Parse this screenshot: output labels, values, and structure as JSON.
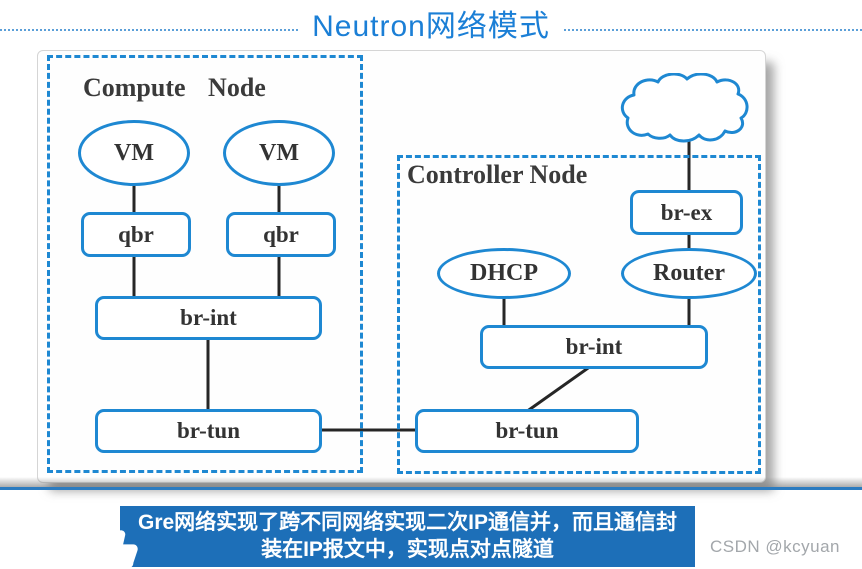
{
  "title": "Neutron网络模式",
  "colors": {
    "accent": "#1e88d2",
    "title_text": "#1b7fd6",
    "caption_bg": "#1d6fb8",
    "divider": "#2b7bc0",
    "connector": "#262626"
  },
  "diagram": {
    "compute_node": {
      "label": "Compute Node",
      "vms": [
        "VM",
        "VM"
      ],
      "qbrs": [
        "qbr",
        "qbr"
      ],
      "br_int": "br-int",
      "br_tun": "br-tun"
    },
    "controller_node": {
      "label": "Controller Node",
      "br_ex": "br-ex",
      "dhcp": "DHCP",
      "router": "Router",
      "br_int": "br-int",
      "br_tun": "br-tun"
    },
    "internet_icon": "cloud-icon"
  },
  "caption": {
    "line1": "Gre网络实现了跨不同网络实现二次IP通信并，而且通信封",
    "line2": "装在IP报文中，实现点对点隧道"
  },
  "watermark": "CSDN @kcyuan"
}
